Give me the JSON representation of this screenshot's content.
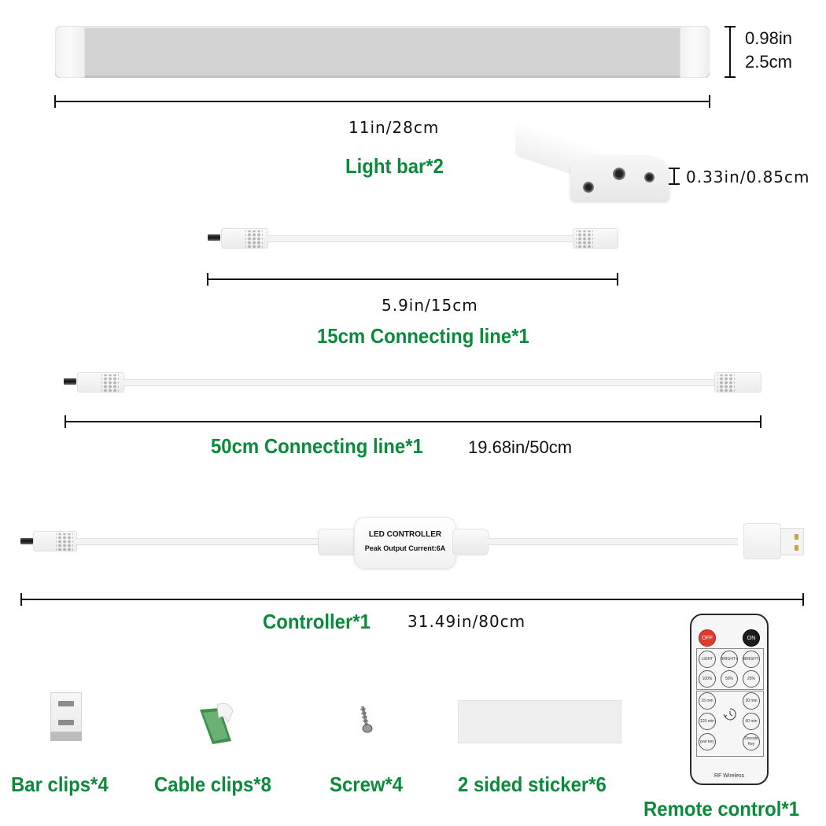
{
  "colors": {
    "label_green": "#0a8a3a",
    "dimension_text": "#111111",
    "remote_off_red": "#e03a2f",
    "remote_on_black": "#1c1c1c"
  },
  "light_bar": {
    "label": "Light bar*2",
    "length_dimension": "11in/28cm",
    "height_dimension_in": "0.98in",
    "height_dimension_cm": "2.5cm",
    "thickness_dimension": "0.33in/0.85cm"
  },
  "connecting_line_15": {
    "label": "15cm Connecting line*1",
    "dimension": "5.9in/15cm"
  },
  "connecting_line_50": {
    "label": "50cm Connecting line*1",
    "dimension": "19.68in/50cm"
  },
  "controller": {
    "label": "Controller*1",
    "dimension": "31.49in/80cm",
    "box_title": "LED CONTROLLER",
    "box_subtitle": "Peak Output Current:6A"
  },
  "accessories": [
    {
      "label": "Bar clips*4",
      "icon": "bar-clip-icon"
    },
    {
      "label": "Cable clips*8",
      "icon": "cable-clip-icon"
    },
    {
      "label": "Screw*4",
      "icon": "screw-icon"
    },
    {
      "label": "2 sided sticker*6",
      "icon": "sticker-icon"
    }
  ],
  "remote": {
    "label": "Remote control*1",
    "off": "OFF",
    "on": "ON",
    "row1": [
      "LIGHT",
      "BRIGHT+",
      "BRIGHT-"
    ],
    "row2": [
      "100%",
      "50%",
      "25%"
    ],
    "timer_left": [
      "15 min",
      "120 min",
      "pair key"
    ],
    "timer_right": [
      "30 min",
      "60 min",
      "Decode Key"
    ],
    "footer": "RF Wireless"
  }
}
